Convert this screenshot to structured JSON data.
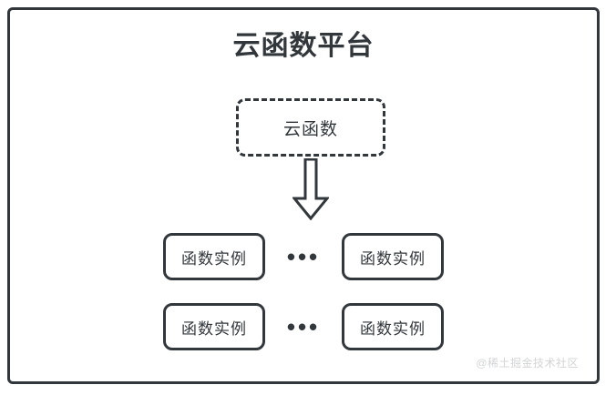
{
  "diagram": {
    "title": "云函数平台",
    "cloud_function": {
      "label": "云函数",
      "border_style": "dashed"
    },
    "arrow": {
      "icon": "down-block-arrow",
      "direction": "down"
    },
    "instance_rows": [
      {
        "left_instance": "函数实例",
        "ellipsis": "•••",
        "right_instance": "函数实例"
      },
      {
        "left_instance": "函数实例",
        "ellipsis": "•••",
        "right_instance": "函数实例"
      }
    ],
    "watermark": "@稀土掘金技术社区",
    "colors": {
      "stroke": "#32373c",
      "background": "#ffffff",
      "watermark": "#d2d4d6"
    }
  }
}
